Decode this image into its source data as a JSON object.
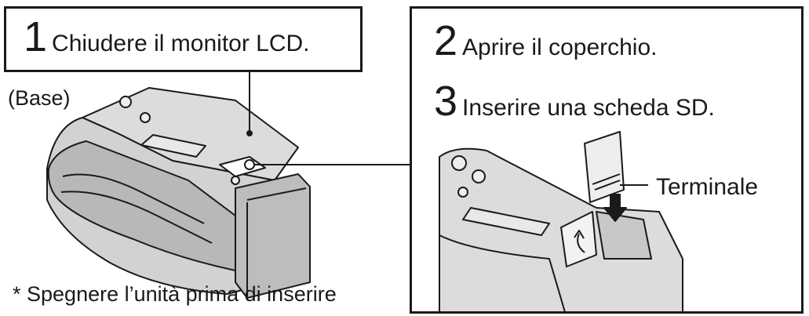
{
  "steps": [
    {
      "number": "1",
      "text": "Chiudere il monitor LCD."
    },
    {
      "number": "2",
      "text": "Aprire il coperchio."
    },
    {
      "number": "3",
      "text": "Inserire una scheda SD."
    }
  ],
  "labels": {
    "base": "(Base)",
    "terminal": "Terminale"
  },
  "note": "* Spegnere l’unità prima di inserire",
  "colors": {
    "line": "#1a1a1a",
    "body": "#d9d9d9",
    "shade": "#a8a8a8",
    "card": "#eeeeee"
  }
}
